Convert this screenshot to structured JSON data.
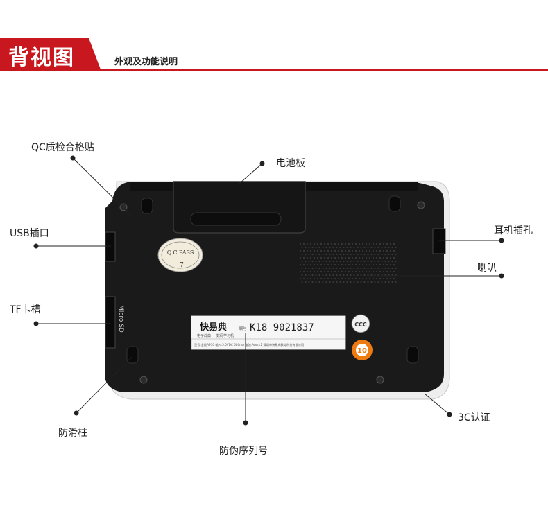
{
  "header": {
    "title": "背视图",
    "subtitle": "外观及功能说明",
    "accent_color": "#c8171e"
  },
  "device": {
    "brand": "快易典",
    "brand_sub1": "电子辞典",
    "brand_sub2": "数码学习机",
    "serial_label": "编号",
    "serial": "K18 9021837",
    "qc_sticker_line1": "Q.C PASS",
    "qc_sticker_line2": "7",
    "slot_label": "Micro SD",
    "ccc_mark": "CCC",
    "eco_mark": "10",
    "spec_line": "型号:全能A950  输入:5.0VDC 500mA  电池:AAA×2   深圳市快易典教育科技有限公司"
  },
  "labels": {
    "qc": "QC质检合格贴",
    "battery": "电池板",
    "usb": "USB插口",
    "earphone": "耳机插孔",
    "speaker": "喇叭",
    "tf": "TF卡槽",
    "antislip": "防滑柱",
    "serial": "防伪序列号",
    "ccc": "3C认证"
  }
}
